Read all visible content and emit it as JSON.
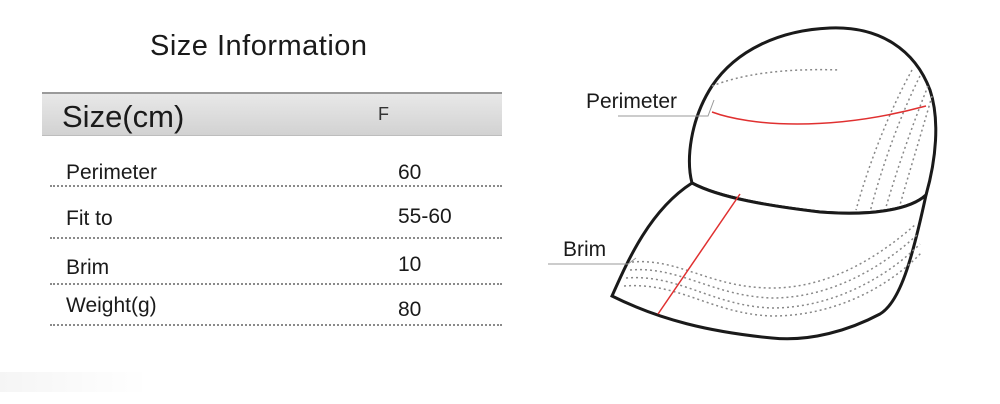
{
  "title": "Size Information",
  "table": {
    "header": {
      "label": "Size(cm)",
      "column": "F"
    },
    "rows": [
      {
        "label": "Perimeter",
        "value": "60"
      },
      {
        "label": "Fit to",
        "value": "55-60"
      },
      {
        "label": "Brim",
        "value": "10"
      },
      {
        "label": "Weight(g)",
        "value": "80"
      }
    ]
  },
  "diagram": {
    "perimeter_label": "Perimeter",
    "brim_label": "Brim",
    "measure_color": "#e03030"
  }
}
